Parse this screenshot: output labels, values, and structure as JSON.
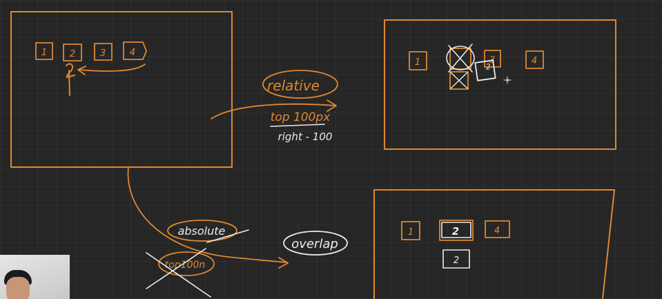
{
  "colors": {
    "background": "#262626",
    "orange": "#e0882f",
    "white": "#ececec"
  },
  "panel_top_left": {
    "boxes": [
      "1",
      "2",
      "3",
      "4"
    ]
  },
  "panel_top_right": {
    "boxes": [
      "1",
      "2",
      "3",
      "4"
    ]
  },
  "panel_bottom_right": {
    "boxes": [
      "1",
      "2",
      "4"
    ],
    "overlap_box": "2"
  },
  "annotations": {
    "relative": "relative",
    "top_100px": "top 100px",
    "right_100": "right - 100",
    "absolute": "absolute",
    "top100_crossed": "top100n",
    "overlap": "overlap"
  },
  "webcam": {
    "icon": "presenter-webcam"
  }
}
